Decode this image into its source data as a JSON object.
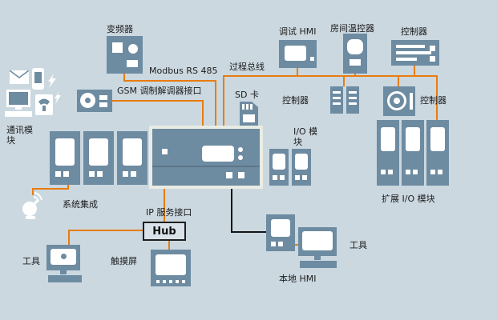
{
  "colors": {
    "background": "#cbd8e0",
    "device": "#6d8ba1",
    "bus_orange": "#e87c0e",
    "line_black": "#141414"
  },
  "labels": {
    "inverter": "变频器",
    "modbus": "Modbus RS 485",
    "gsm_interface": "GSM 调制解调器接口",
    "debug_hmi": "调试 HMI",
    "room_thermostat": "房间温控器",
    "controller_top": "控制器",
    "process_bus": "过程总线",
    "sd_card": "SD 卡",
    "controller_mid": "控制器",
    "controller_right": "控制器",
    "comm_module": "通讯模块",
    "io_module": "I/O 模块",
    "extended_io_module": "扩展 I/O 模块",
    "system_integration": "系统集成",
    "ip_service_interface": "IP 服务接口",
    "hub": "Hub",
    "tools_left": "工具",
    "touch_screen": "触摸屏",
    "local_hmi": "本地 HMI",
    "tools_right": "工具"
  },
  "icons": [
    "envelope-icon",
    "mobile-phone-icon",
    "radio-signal-icon",
    "desktop-computer-icon",
    "telephone-icon",
    "gsm-modem-icon",
    "sd-card-icon",
    "satellite-dish-icon",
    "controller-device",
    "io-module-device",
    "hub-device",
    "touch-panel-device",
    "pc-monitor-device"
  ]
}
